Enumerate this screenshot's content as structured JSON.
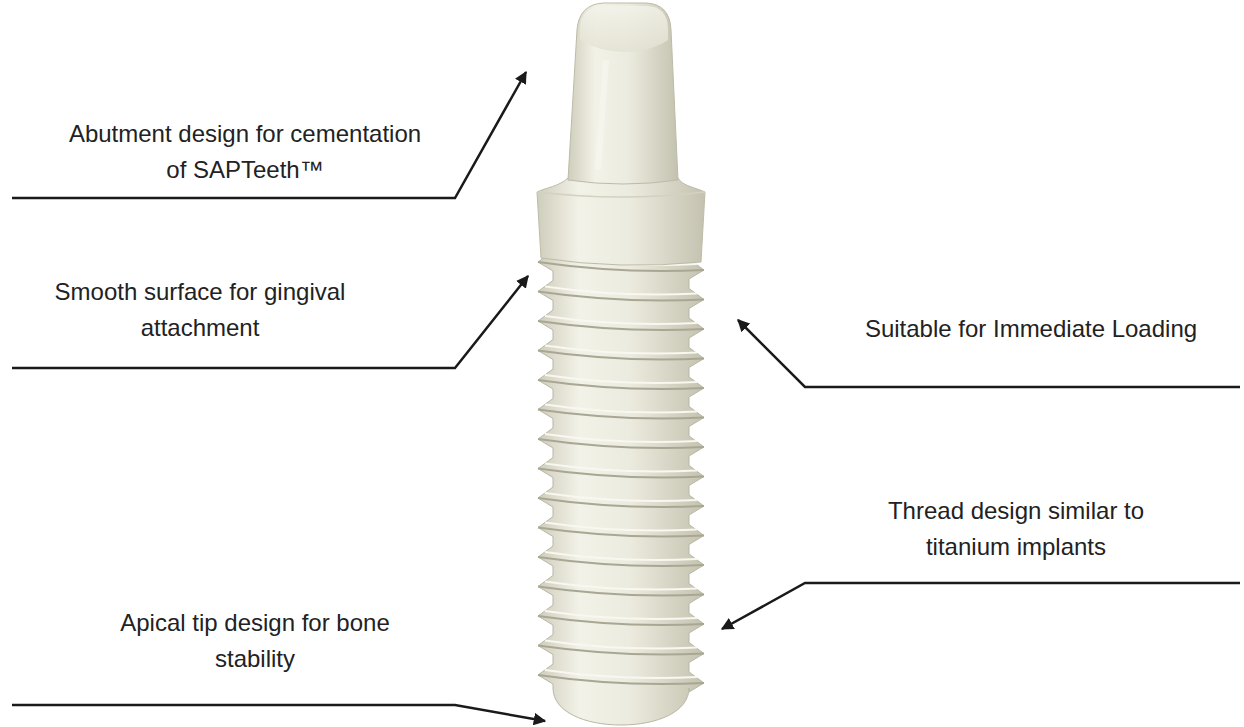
{
  "diagram": {
    "labels": [
      "Abutment design for cementation of SAPTeeth™",
      "Smooth surface for gingival attachment",
      "Suitable for Immediate Loading",
      "Thread design similar to titanium implants",
      "Apical tip design for bone stability"
    ]
  }
}
